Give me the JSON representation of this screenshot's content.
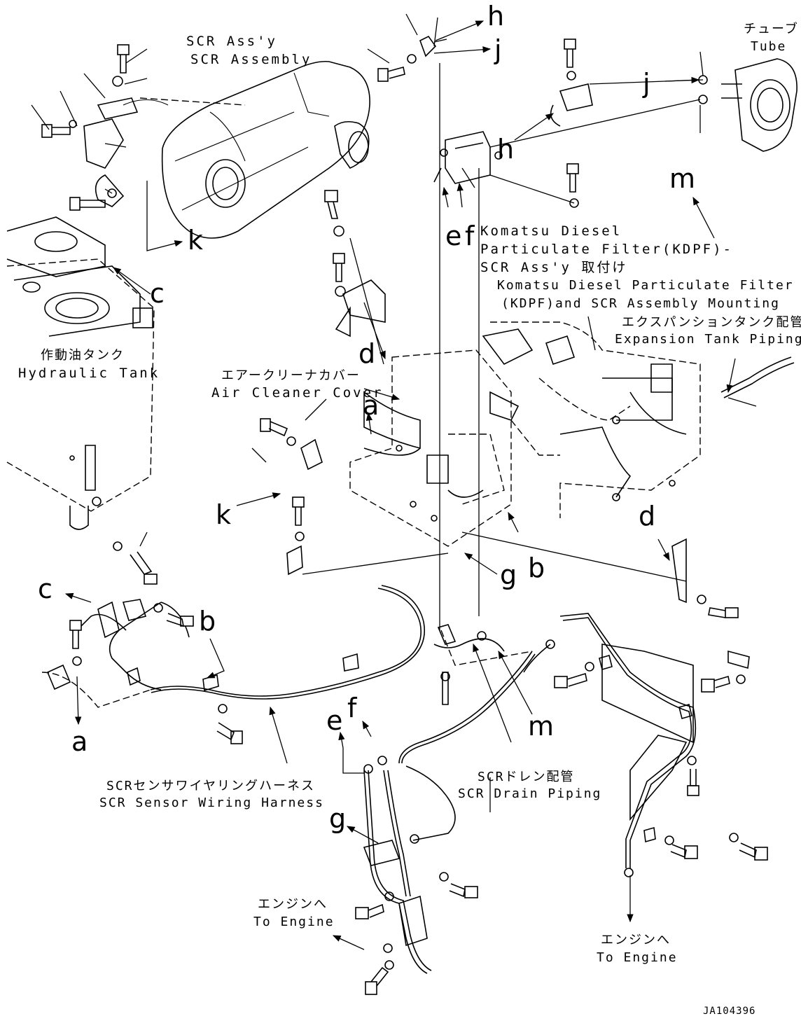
{
  "labels": {
    "scr_assy_jp": "SCR Ass'y",
    "scr_assy_en": "SCR Assembly",
    "tube_jp": "チューブ",
    "tube_en": "Tube",
    "kdpf_line1": "Komatsu Diesel",
    "kdpf_line2": "Particulate Filter(KDPF)-",
    "kdpf_line3": "SCR Ass'y 取付け",
    "kdpf_line4": "Komatsu Diesel Particulate Filter",
    "kdpf_line5": "(KDPF)and SCR Assembly Mounting",
    "exp_tank_jp": "エクスパンションタンク配管",
    "exp_tank_en": "Expansion Tank Piping",
    "hyd_tank_jp": "作動油タンク",
    "hyd_tank_en": "Hydraulic Tank",
    "air_cleaner_jp": "エアークリーナカバー",
    "air_cleaner_en": "Air Cleaner Cover",
    "harness_jp": "SCRセンサワイヤリングハーネス",
    "harness_en": "SCR Sensor Wiring Harness",
    "drain_jp": "SCRドレン配管",
    "drain_en": "SCR Drain Piping",
    "to_engine_left_jp": "エンジンへ",
    "to_engine_left_en": "To Engine",
    "to_engine_right_jp": "エンジンへ",
    "to_engine_right_en": "To Engine",
    "drawing_no": "JA104396"
  },
  "callouts": {
    "h_top": "h",
    "j_top": "j",
    "j_right": "j",
    "h_mid": "h",
    "m_top": "m",
    "k_top": "k",
    "c_top": "c",
    "e_top": "e",
    "f_top": "f",
    "d_left": "d",
    "a_mid": "a",
    "k_mid": "k",
    "d_right": "d",
    "b_mid": "b",
    "g_mid": "g",
    "c_low": "c",
    "b_low": "b",
    "a_low": "a",
    "e_low": "e",
    "f_low": "f",
    "m_low": "m",
    "g_low": "g"
  }
}
